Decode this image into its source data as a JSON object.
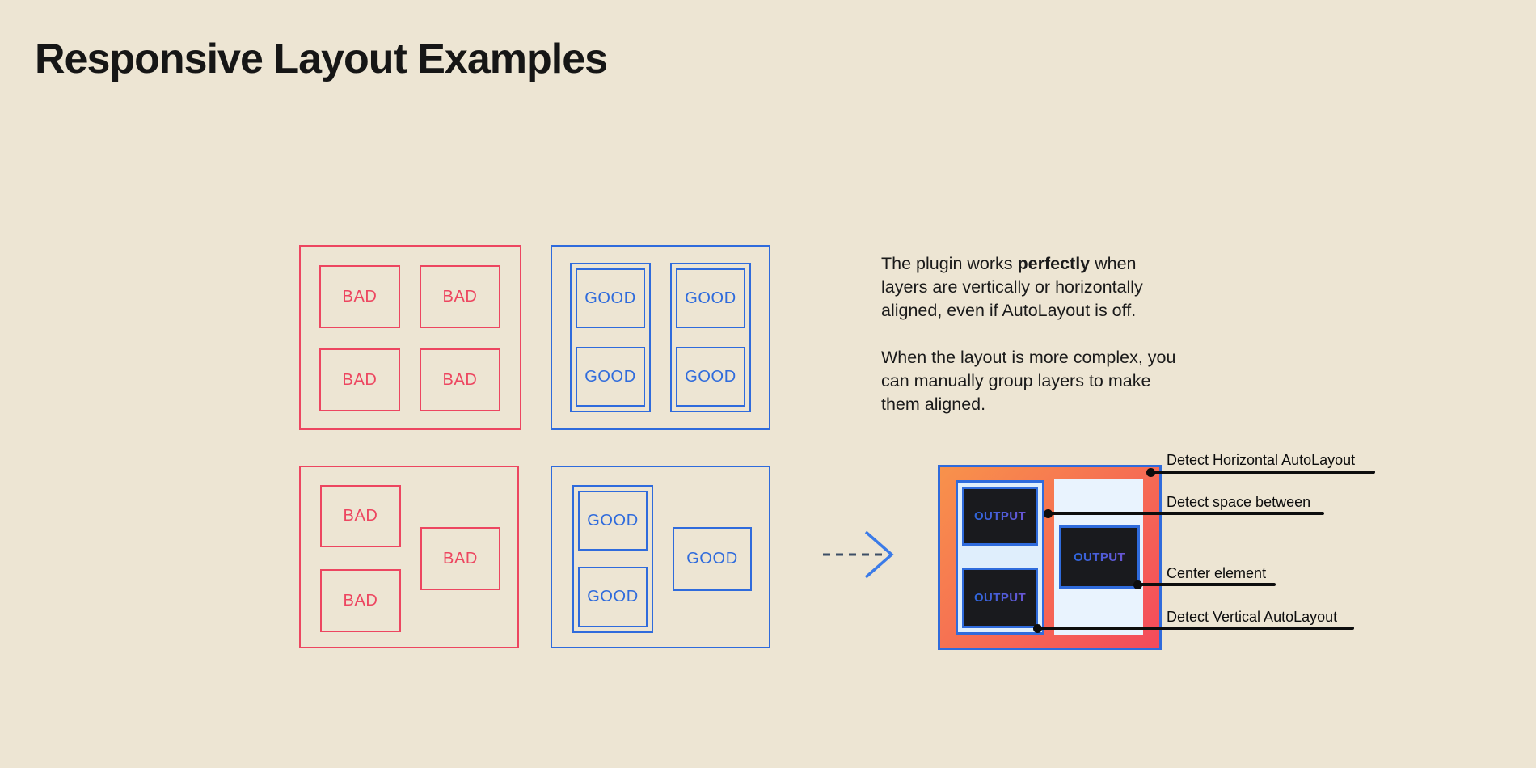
{
  "title": "Responsive Layout Examples",
  "labels": {
    "bad": "BAD",
    "good": "GOOD",
    "output": "OUTPUT"
  },
  "description": {
    "p1_line1_pre": "The plugin works ",
    "p1_line1_bold": "perfectly",
    "p1_line1_post": " when",
    "p1_line2": "layers are vertically or horizontally",
    "p1_line3": "aligned, even if AutoLayout is off.",
    "p2_line1": "When the layout is more complex, you",
    "p2_line2": "can manually group layers to make",
    "p2_line3": "them aligned."
  },
  "annotations": [
    {
      "label": "Detect Horizontal AutoLayout"
    },
    {
      "label": "Detect space between"
    },
    {
      "label": "Center element"
    },
    {
      "label": "Detect Vertical AutoLayout"
    }
  ],
  "colors": {
    "background": "#EDE5D3",
    "bad_red": "#ED4660",
    "good_blue": "#2F6BDC",
    "output_gradient_start": "#F8924B",
    "output_gradient_end": "#F44A5B",
    "wrapper_light_blue": "#DFEEFC",
    "panel_light_blue": "#E9F3FE",
    "output_dark": "#191A1E",
    "annotation_black": "#0D0D0D",
    "arrow_dash": "#3D4E66",
    "arrow_chevron": "#3B7BE8"
  }
}
